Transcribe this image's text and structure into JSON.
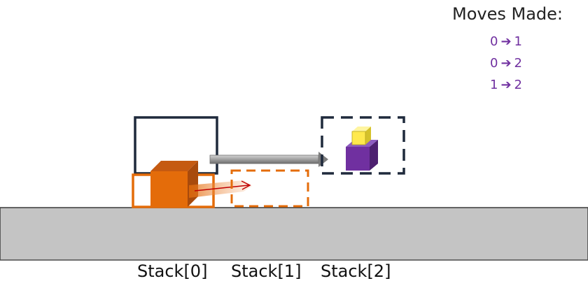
{
  "moves_panel": {
    "title": "Moves Made:",
    "moves": [
      {
        "from": "0",
        "to": "1"
      },
      {
        "from": "0",
        "to": "2"
      },
      {
        "from": "1",
        "to": "2"
      }
    ],
    "arrow_glyph": "➔",
    "text_color": "#7030a0"
  },
  "stacks": {
    "labels": [
      "Stack[0]",
      "Stack[1]",
      "Stack[2]"
    ]
  },
  "colors": {
    "floor": "#c4c4c4",
    "outline_dark": "#1f2a3c",
    "orange": "#e46c0a",
    "purple": "#7030a0",
    "yellow": "#ffe94d",
    "move_arrow": "#9a9a9a",
    "trail_arrow": "#c00000"
  }
}
